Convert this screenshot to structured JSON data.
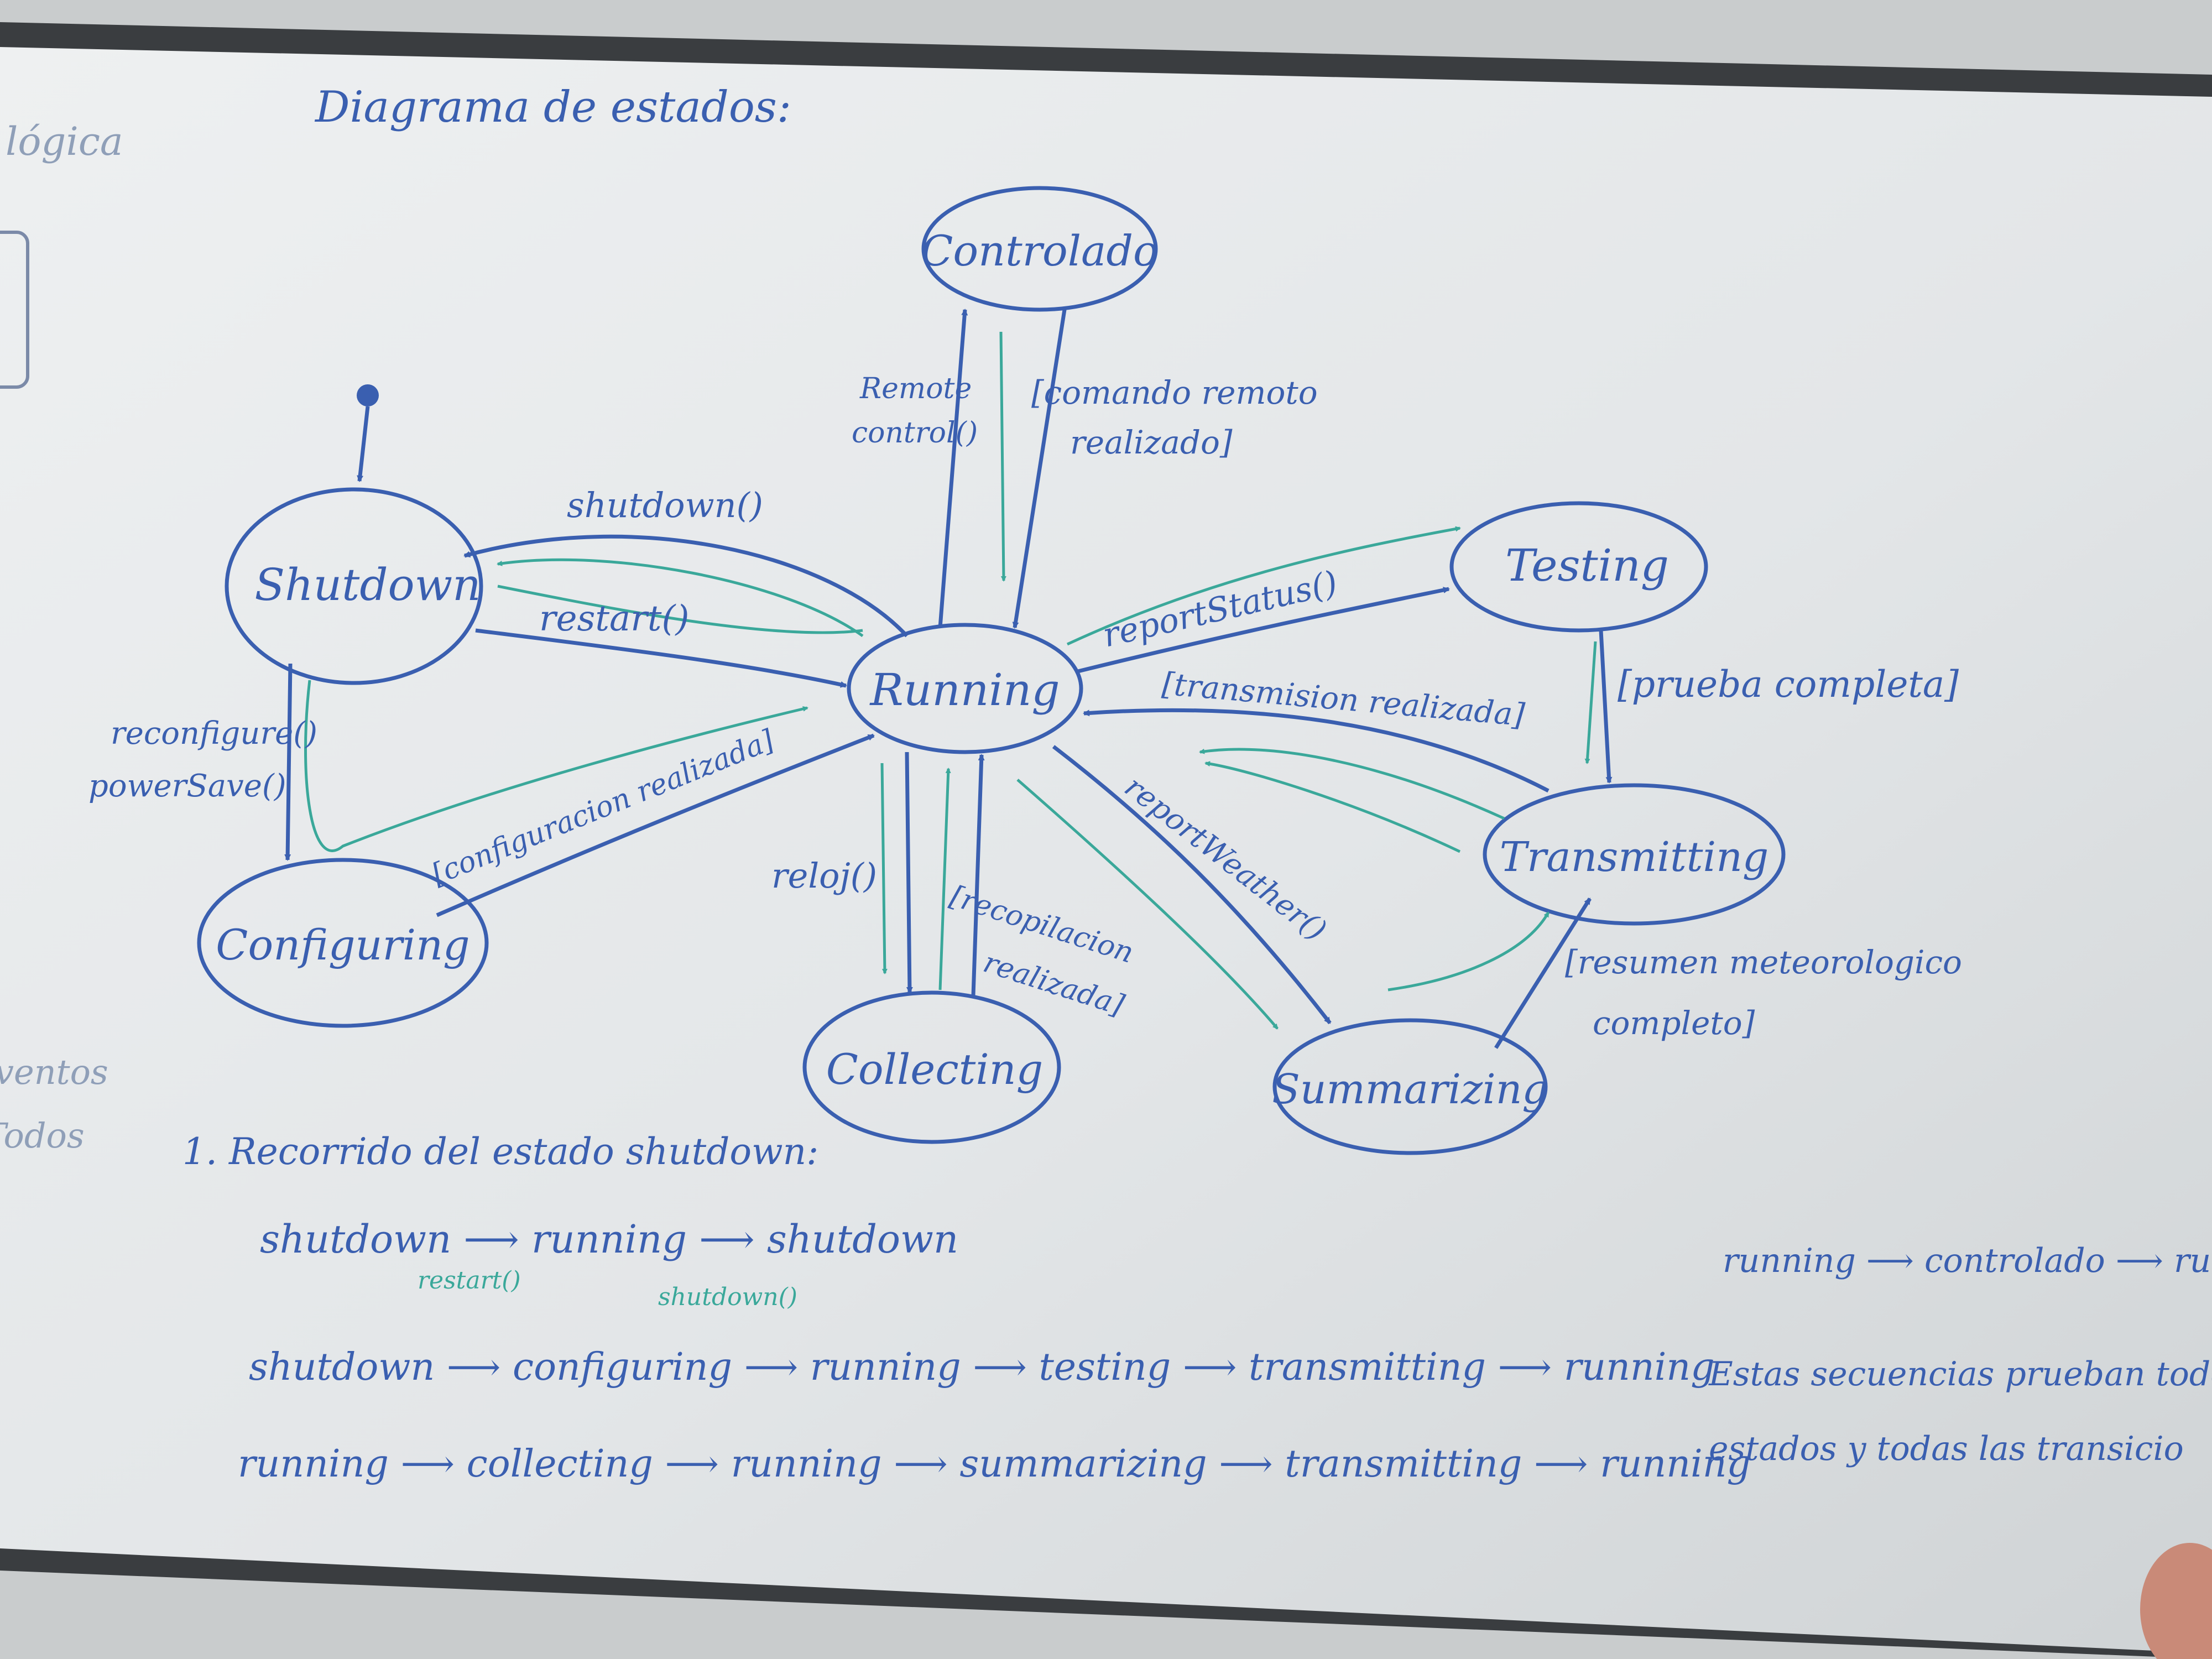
{
  "header": {
    "left_fragment": "lógica",
    "title": "Diagrama de estados:"
  },
  "states": {
    "controlado": "Controlado",
    "shutdown": "Shutdown",
    "running": "Running",
    "testing": "Testing",
    "configuring": "Configuring",
    "collecting": "Collecting",
    "transmitting": "Transmitting",
    "summarizing": "Summarizing"
  },
  "transitions": {
    "shutdown_call": "shutdown()",
    "restart_call": "restart()",
    "remote_line1": "Remote",
    "remote_line2": "control()",
    "comando_line1": "[comando remoto",
    "comando_line2": "realizado]",
    "report_status": "reportStatus()",
    "prueba_completa": "[prueba completa]",
    "transmision_realizada": "[transmision realizada]",
    "reconfigure_line1": "reconfigure()",
    "reconfigure_line2": "powerSave()",
    "configuracion_realizada": "[configuracion realizada]",
    "reloj": "reloj()",
    "recopilacion_line1": "[recopilacion",
    "recopilacion_line2": "realizada]",
    "report_weather": "reportWeather()",
    "resumen_line1": "[resumen meteorologico",
    "resumen_line2": "completo]"
  },
  "margin_notes": {
    "eventos": "ventos",
    "todos": "Todos"
  },
  "notes": {
    "heading": "1. Recorrido del estado shutdown:",
    "seq1": "shutdown ⟶ running ⟶ shutdown",
    "seq1_label_a": "restart()",
    "seq1_label_b": "shutdown()",
    "seq2": "shutdown ⟶ configuring ⟶ running ⟶ testing ⟶ transmitting ⟶ running",
    "seq3": "running ⟶ collecting ⟶ running ⟶ summarizing ⟶ transmitting ⟶ running",
    "right_seq": "running ⟶ controlado ⟶ runnin",
    "right_note_line1": "Estas secuencias prueban todos",
    "right_note_line2": "estados y todas las transicio"
  },
  "colors": {
    "board": "#e6e9ea",
    "marker_blue": "#3a5fb0",
    "marker_green": "#3aa89a",
    "marker_red": "#d23a2a",
    "frame": "#3a3d40"
  }
}
